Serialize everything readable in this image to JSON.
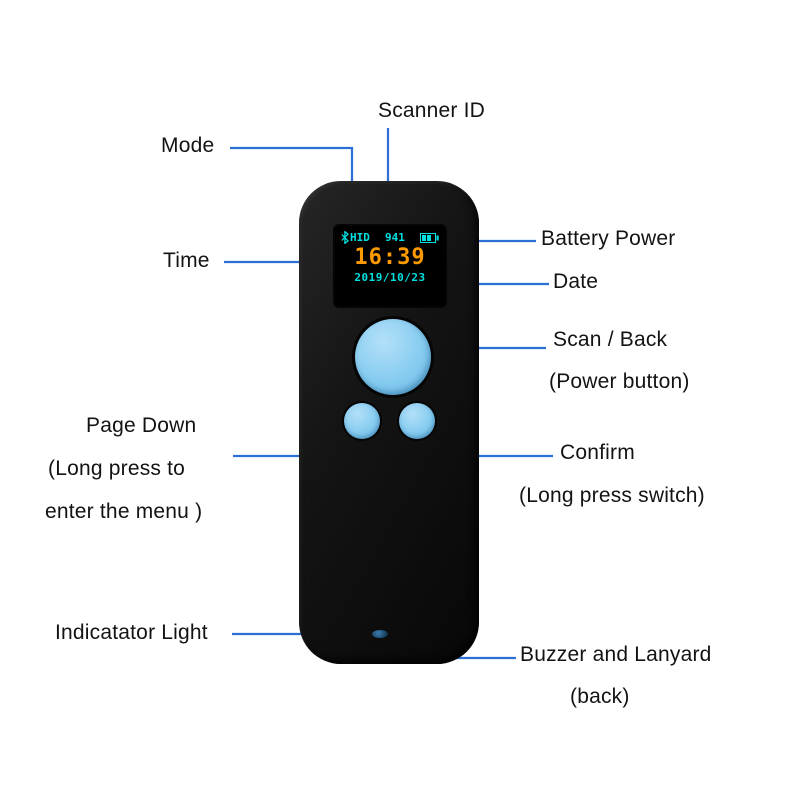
{
  "labels": {
    "scanner_id": "Scanner ID",
    "mode": "Mode",
    "time": "Time",
    "battery_power": "Battery Power",
    "date": "Date",
    "scan_back": "Scan / Back",
    "scan_back_sub": "(Power button)",
    "page_down": "Page Down",
    "page_down_sub1": "(Long press to",
    "page_down_sub2": "enter the menu )",
    "confirm": "Confirm",
    "confirm_sub": "(Long press switch)",
    "indicator_light": "Indicatator Light",
    "buzzer_lanyard": "Buzzer and Lanyard",
    "buzzer_lanyard_sub": "(back)"
  },
  "screen": {
    "mode": "HID",
    "scanner_id": "941",
    "time": "16:39",
    "date": "2019/10/23"
  },
  "icons": {
    "bluetooth": "bluetooth-icon",
    "battery": "battery-icon"
  },
  "colors": {
    "leader_line": "#2e6fd6",
    "screen_cyan": "#00e0e0",
    "screen_orange": "#ff9a00",
    "button_blue": "#86ccf0",
    "device_body": "#141414",
    "label_text": "#131313"
  }
}
